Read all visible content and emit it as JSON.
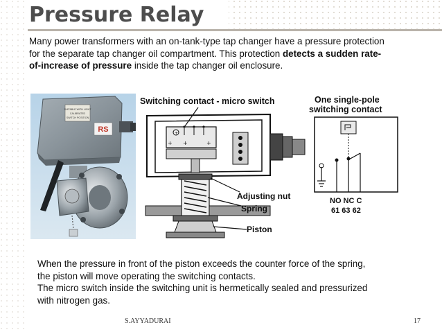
{
  "slide": {
    "title": "Pressure Relay",
    "intro_part1": "Many power transformers with an on-tank-type tap changer have a pressure protection for the separate tap changer oil compartment. This protection ",
    "intro_bold": "detects a sudden rate-of-increase of pressure",
    "intro_part2": " inside the tap changer oil enclosure.",
    "photo_label_lines": [
      "SUITABLE WITH LIGHT",
      "CALIBRATED",
      "SWITCH POSITION"
    ],
    "photo_logo": "RS",
    "diagram": {
      "switching_contact_label": "Switching contact - micro switch",
      "single_pole_label_line1": "One single-pole",
      "single_pole_label_line2": "switching contact",
      "adjusting_nut": "Adjusting nut",
      "spring": "Spring",
      "piston": "Piston",
      "terminal_names": "NO NC  C",
      "terminal_numbers": "61  63  62"
    },
    "caption_lines": [
      "When the pressure in front of the piston exceeds the counter force of the spring,",
      "the piston will move operating the switching contacts.",
      "The micro switch inside the switching unit is hermetically sealed and pressurized",
      "with nitrogen gas."
    ],
    "footer_author": "S.AYYADURAI",
    "page_number": "17"
  }
}
